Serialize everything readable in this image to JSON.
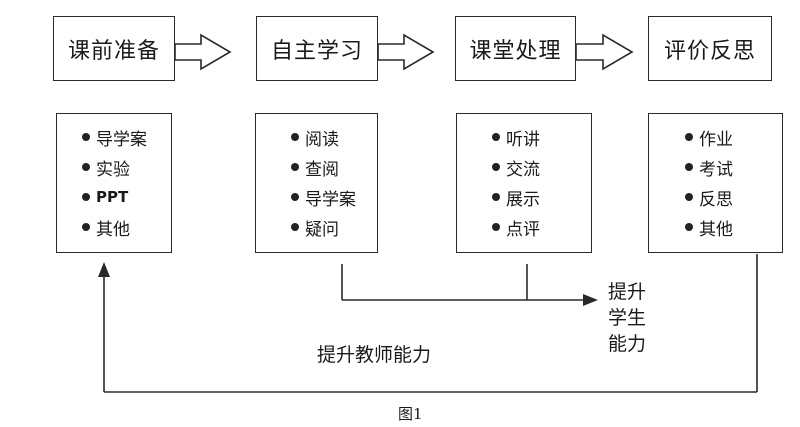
{
  "stages": [
    {
      "title": "课前准备",
      "items": [
        "导学案",
        "实验",
        "PPT",
        "其他"
      ]
    },
    {
      "title": "自主学习",
      "items": [
        "阅读",
        "查阅",
        "导学案",
        "疑问"
      ]
    },
    {
      "title": "课堂处理",
      "items": [
        "听讲",
        "交流",
        "展示",
        "点评"
      ]
    },
    {
      "title": "评价反思",
      "items": [
        "作业",
        "考试",
        "反思",
        "其他"
      ]
    }
  ],
  "labels": {
    "teacher_ability": "提升教师能力",
    "student_ability_line1": "提升",
    "student_ability_line2": "学生",
    "student_ability_line3": "能力"
  },
  "caption": "图1"
}
